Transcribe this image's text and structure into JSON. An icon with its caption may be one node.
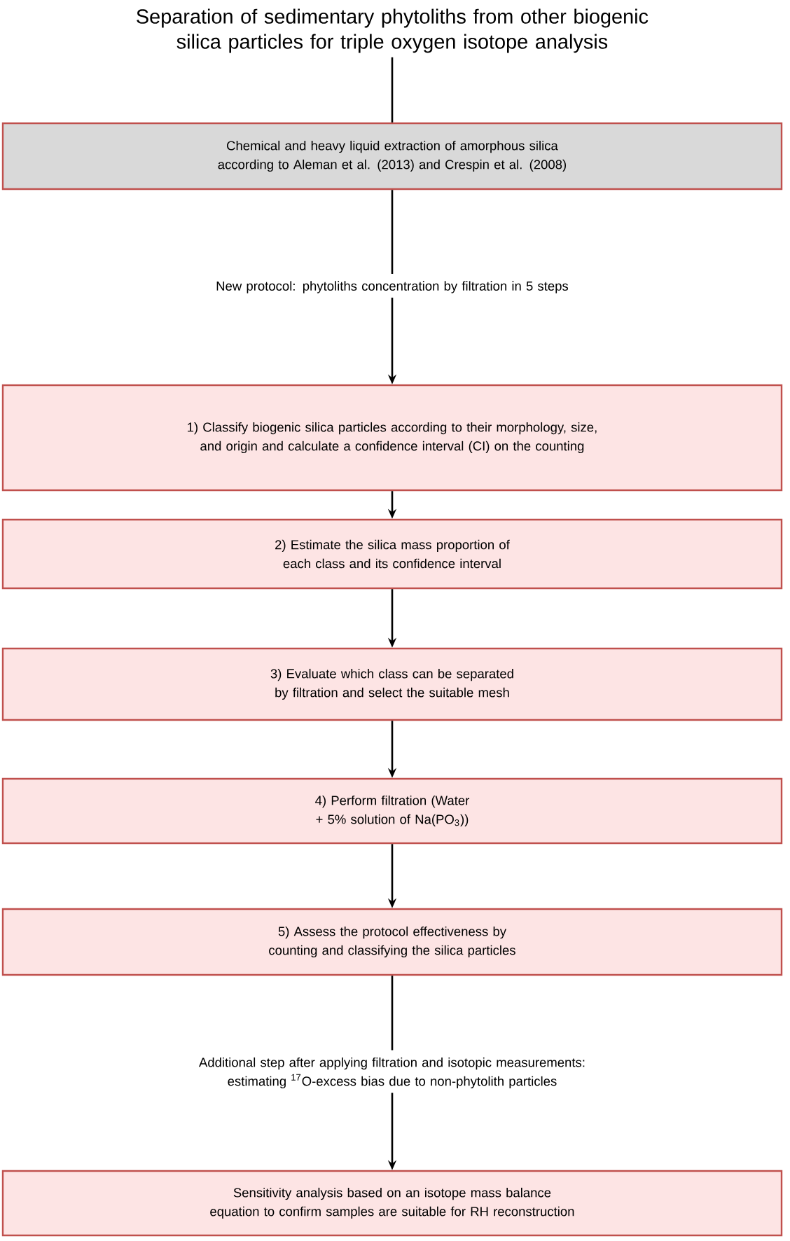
{
  "diagram": {
    "nodes": [
      {
        "text": [
          "Separation of sedimentary phytoliths from other biogenic silica particles for triple oxygen isotope analysis"
        ]
      },
      {
        "text": [
          "Chemical and heavy liquid extraction of amorphous silica according to Aleman et al. (2013) and Crespin et al. (2008)"
        ]
      },
      {
        "text": [
          "New protocol: phytoliths concentration by filtration in 5 steps"
        ]
      },
      {
        "text": [
          "1) Classify biogenic silica particles according to their morphology, size, and origin and calculate a confidence interval (CI) on the counting"
        ]
      },
      {
        "text": [
          "2) Estimate the silica mass proportion of each class and its confidence interval"
        ]
      },
      {
        "text": [
          "3) Evaluate which class can be separated by filtration and select the suitable mesh"
        ]
      },
      {
        "text": [
          "4) Perform filtration (Water + 5% solution of Na(PO$_{3}$))"
        ]
      },
      {
        "text": [
          "5) Assess the protocol effectiveness by counting and classifying the silica particles"
        ]
      },
      {
        "text": [
          "Additional step after applying filtration and isotopic measurements: estimating $^{17}$O-excess bias due to non-phytolith particles"
        ]
      },
      {
        "text": [
          "Sensitivity analysis based on an isotope mass balance equation to confirm samples are suitable for RH reconstruction"
        ]
      }
    ],
    "edges": [
      {
        "from": 0,
        "to": 1,
        "arrow": "none"
      },
      {
        "from": 1,
        "to": 2,
        "arrow": "none"
      },
      {
        "from": 2,
        "to": 3,
        "arrow": "to"
      },
      {
        "from": 3,
        "to": 4,
        "arrow": "to"
      },
      {
        "from": 4,
        "to": 5,
        "arrow": "to"
      },
      {
        "from": 5,
        "to": 6,
        "arrow": "to"
      },
      {
        "from": 6,
        "to": 7,
        "arrow": "to"
      },
      {
        "from": 7,
        "to": 8,
        "arrow": "none"
      },
      {
        "from": 8,
        "to": 9,
        "arrow": "to"
      }
    ]
  }
}
